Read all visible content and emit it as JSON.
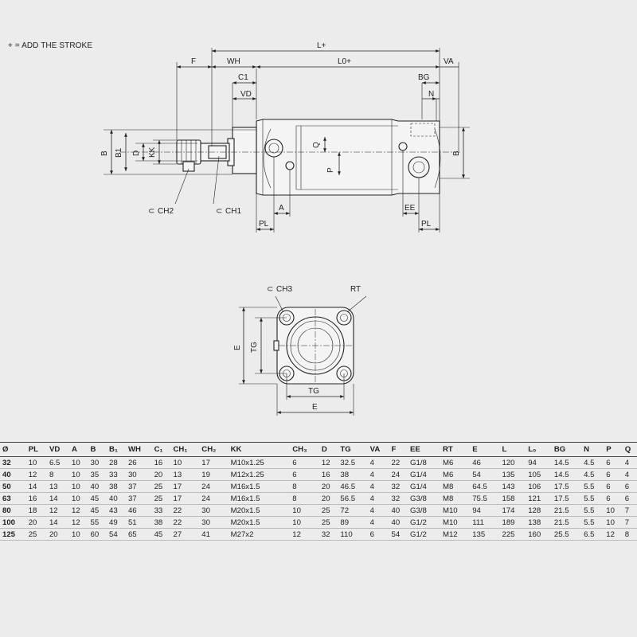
{
  "note": "+ = ADD THE STROKE",
  "side_view": {
    "labels": {
      "L_plus": "L+",
      "F": "F",
      "WH": "WH",
      "L0_plus": "L0+",
      "VA": "VA",
      "C1": "C1",
      "BG": "BG",
      "VD": "VD",
      "N": "N",
      "B_left": "B",
      "B1": "B1",
      "D": "D",
      "KK": "KK",
      "Q": "Q",
      "P": "P",
      "B_right": "B",
      "CH2": "CH2",
      "CH1": "CH1",
      "A": "A",
      "PL_left": "PL",
      "EE": "EE",
      "PL_right": "PL"
    }
  },
  "front_view": {
    "labels": {
      "CH3": "CH3",
      "RT": "RT",
      "E_left": "E",
      "TG_left": "TG",
      "TG_bottom": "TG",
      "E_bottom": "E"
    }
  },
  "table": {
    "headers": [
      "Ø",
      "PL",
      "VD",
      "A",
      "B",
      "B₁",
      "WH",
      "C₁",
      "CH₁",
      "CH₂",
      "KK",
      "CH₃",
      "D",
      "TG",
      "VA",
      "F",
      "EE",
      "RT",
      "E",
      "L",
      "L₀",
      "BG",
      "N",
      "P",
      "Q"
    ],
    "rows": [
      [
        "32",
        "10",
        "6.5",
        "10",
        "30",
        "28",
        "26",
        "16",
        "10",
        "17",
        "M10x1.25",
        "6",
        "12",
        "32.5",
        "4",
        "22",
        "G1/8",
        "M6",
        "46",
        "120",
        "94",
        "14.5",
        "4.5",
        "6",
        "4"
      ],
      [
        "40",
        "12",
        "8",
        "10",
        "35",
        "33",
        "30",
        "20",
        "13",
        "19",
        "M12x1.25",
        "6",
        "16",
        "38",
        "4",
        "24",
        "G1/4",
        "M6",
        "54",
        "135",
        "105",
        "14.5",
        "4.5",
        "6",
        "4"
      ],
      [
        "50",
        "14",
        "13",
        "10",
        "40",
        "38",
        "37",
        "25",
        "17",
        "24",
        "M16x1.5",
        "8",
        "20",
        "46.5",
        "4",
        "32",
        "G1/4",
        "M8",
        "64.5",
        "143",
        "106",
        "17.5",
        "5.5",
        "6",
        "6"
      ],
      [
        "63",
        "16",
        "14",
        "10",
        "45",
        "40",
        "37",
        "25",
        "17",
        "24",
        "M16x1.5",
        "8",
        "20",
        "56.5",
        "4",
        "32",
        "G3/8",
        "M8",
        "75.5",
        "158",
        "121",
        "17.5",
        "5.5",
        "6",
        "6"
      ],
      [
        "80",
        "18",
        "12",
        "12",
        "45",
        "43",
        "46",
        "33",
        "22",
        "30",
        "M20x1.5",
        "10",
        "25",
        "72",
        "4",
        "40",
        "G3/8",
        "M10",
        "94",
        "174",
        "128",
        "21.5",
        "5.5",
        "10",
        "7"
      ],
      [
        "100",
        "20",
        "14",
        "12",
        "55",
        "49",
        "51",
        "38",
        "22",
        "30",
        "M20x1.5",
        "10",
        "25",
        "89",
        "4",
        "40",
        "G1/2",
        "M10",
        "111",
        "189",
        "138",
        "21.5",
        "5.5",
        "10",
        "7"
      ],
      [
        "125",
        "25",
        "20",
        "10",
        "60",
        "54",
        "65",
        "45",
        "27",
        "41",
        "M27x2",
        "12",
        "32",
        "110",
        "6",
        "54",
        "G1/2",
        "M12",
        "135",
        "225",
        "160",
        "25.5",
        "6.5",
        "12",
        "8"
      ]
    ]
  }
}
